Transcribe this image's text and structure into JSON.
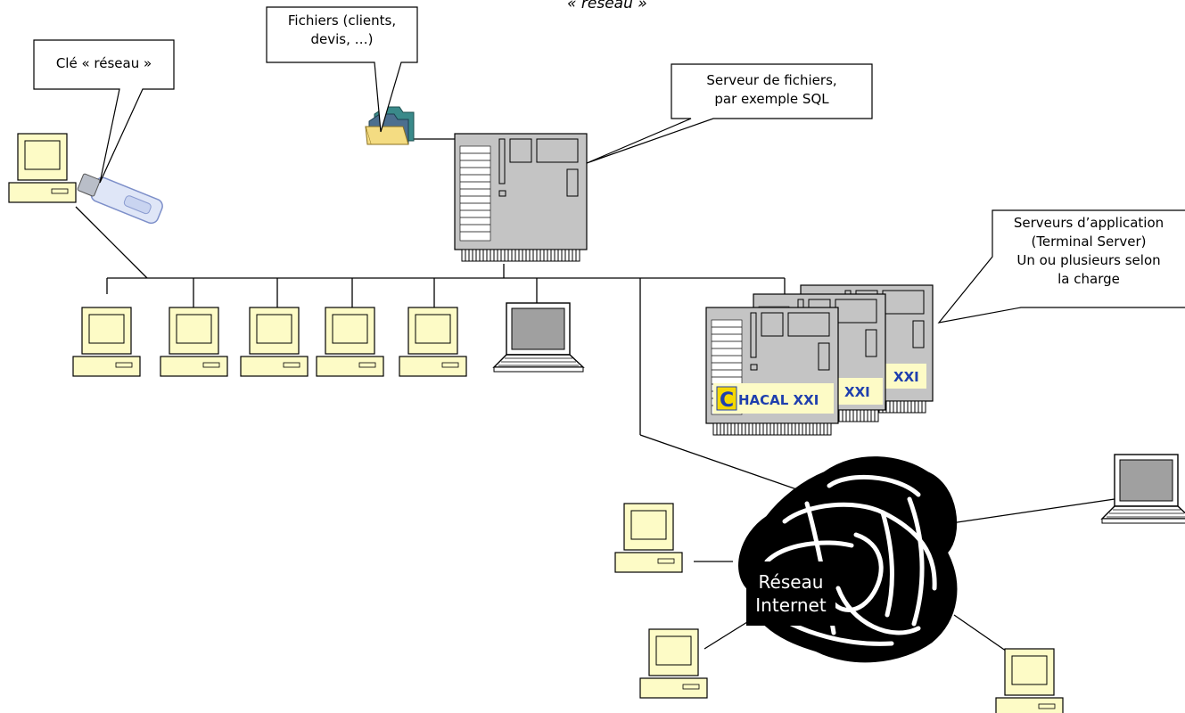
{
  "header_fragment": "« réseau »",
  "callouts": {
    "usb_key": "Clé « réseau »",
    "files": [
      "Fichiers (clients,",
      "devis, …)"
    ],
    "file_server": [
      "Serveur de fichiers,",
      "par exemple SQL"
    ],
    "app_servers": [
      "Serveurs d’application",
      "(Terminal Server)",
      "Un ou plusieurs selon",
      "la charge"
    ]
  },
  "server_logo": {
    "front": "HACAL XXI",
    "back": "XXI",
    "logo_letter": "C"
  },
  "internet": {
    "line1": "Réseau",
    "line2": "Internet"
  },
  "colors": {
    "screen_fill": "#fdfbc6",
    "server_fill": "#c4c4c4",
    "laptop_screen": "#a0a0a0",
    "logo_blue": "#1f3fae",
    "logo_yellow": "#f5d800",
    "folder": "#f4dc82",
    "folder_back": "#3a8a8a"
  }
}
